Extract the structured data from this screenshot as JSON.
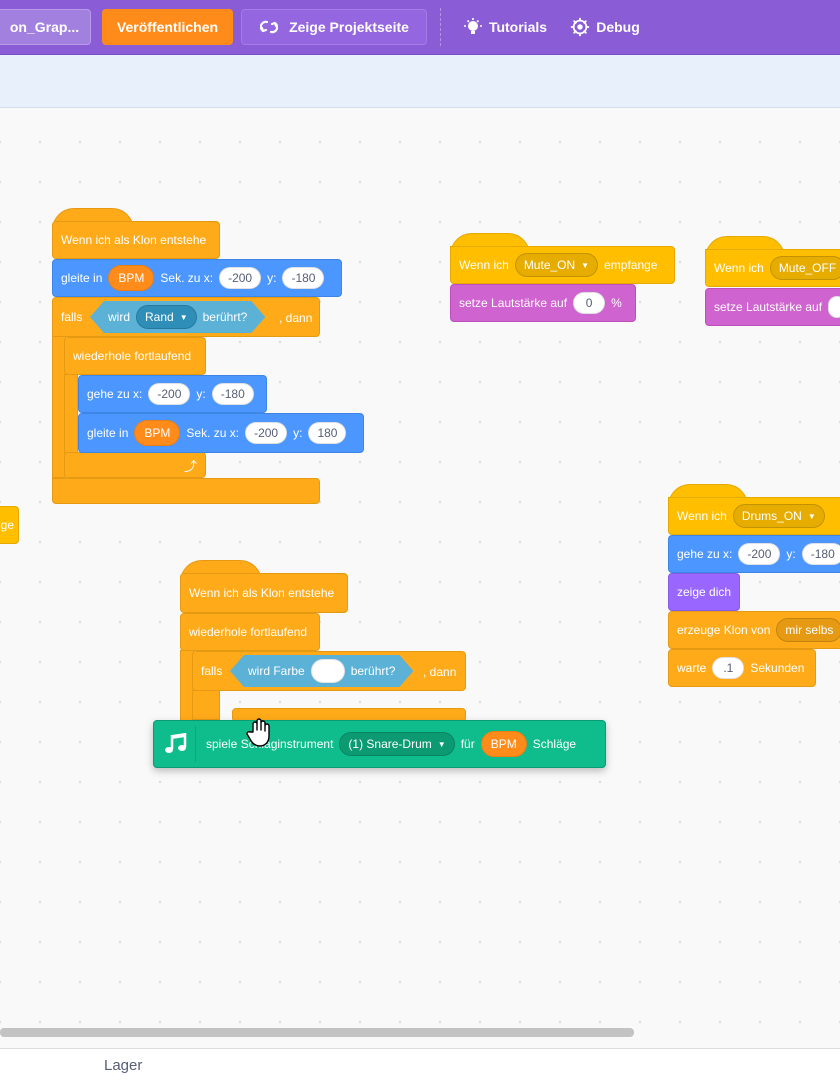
{
  "menubar": {
    "project_title": "on_Grap...",
    "publish_label": "Veröffentlichen",
    "project_page_label": "Zeige Projektseite",
    "tutorials_label": "Tutorials",
    "debug_label": "Debug"
  },
  "colors": {
    "menubar": "#8a5cd6",
    "events": "#ffbf00",
    "control": "#ffab19",
    "motion": "#4c97ff",
    "sound": "#cf63cf",
    "looks": "#9966ff",
    "sensing": "#5cb1d6",
    "music": "#0fbd8c",
    "reporter": "#ff8c1a"
  },
  "script1": {
    "hat": "Wenn ich als Klon entstehe",
    "glide_prefix": "gleite in",
    "glide_var": "BPM",
    "glide_mid": "Sek. zu x:",
    "glide_x": "-200",
    "glide_y_label": "y:",
    "glide_y": "-180",
    "if_label": "falls",
    "touch_prefix": "wird",
    "touch_target": "Rand",
    "touch_suffix": "berührt?",
    "then_label": ", dann",
    "forever_label": "wiederhole fortlaufend",
    "goto_prefix": "gehe zu x:",
    "goto_x": "-200",
    "goto_y_label": "y:",
    "goto_y": "-180",
    "glide2_prefix": "gleite in",
    "glide2_var": "BPM",
    "glide2_mid": "Sek. zu x:",
    "glide2_x": "-200",
    "glide2_y_label": "y:",
    "glide2_y": "180"
  },
  "script_mute_on": {
    "hat_prefix": "Wenn ich",
    "message": "Mute_ON",
    "hat_suffix": "empfange",
    "volume_label": "setze Lautstärke auf",
    "volume_value": "0",
    "percent": "%"
  },
  "script_mute_off": {
    "hat_prefix": "Wenn ich",
    "message": "Mute_OFF",
    "volume_label": "setze Lautstärke auf"
  },
  "partial_left_block": "ge",
  "script_drums_on": {
    "hat_prefix": "Wenn ich",
    "message": "Drums_ON",
    "goto_prefix": "gehe zu x:",
    "goto_x": "-200",
    "goto_y_label": "y:",
    "goto_y": "-180",
    "show_label": "zeige dich",
    "clone_label": "erzeuge Klon von",
    "clone_target": "mir selbs",
    "wait_prefix": "warte",
    "wait_value": ".1",
    "wait_suffix": "Sekunden"
  },
  "script2": {
    "hat": "Wenn ich als Klon entstehe",
    "forever_label": "wiederhole fortlaufend",
    "if_label": "falls",
    "touch_color_prefix": "wird Farbe",
    "touch_color_suffix": "berührt?",
    "then_label": ", dann"
  },
  "drag_block": {
    "label_prefix": "spiele Schlaginstrument",
    "drum": "(1) Snare-Drum",
    "for_label": "für",
    "beats_var": "BPM",
    "beats_suffix": "Schläge"
  },
  "bottom": {
    "lager_label": "Lager"
  }
}
